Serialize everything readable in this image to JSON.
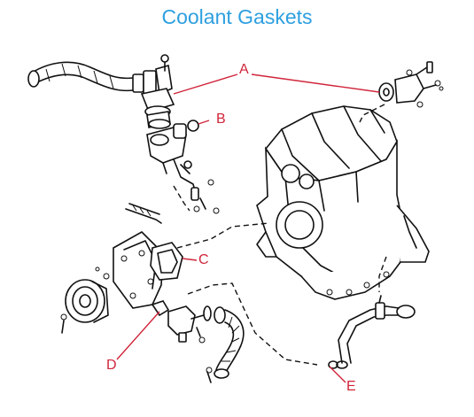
{
  "title": "Coolant Gaskets",
  "callouts": {
    "a": "A",
    "b": "B",
    "c": "C",
    "d": "D",
    "e": "E"
  },
  "colors": {
    "title": "#2e9fe0",
    "callout": "#d0253a",
    "line_art": "#111111"
  }
}
